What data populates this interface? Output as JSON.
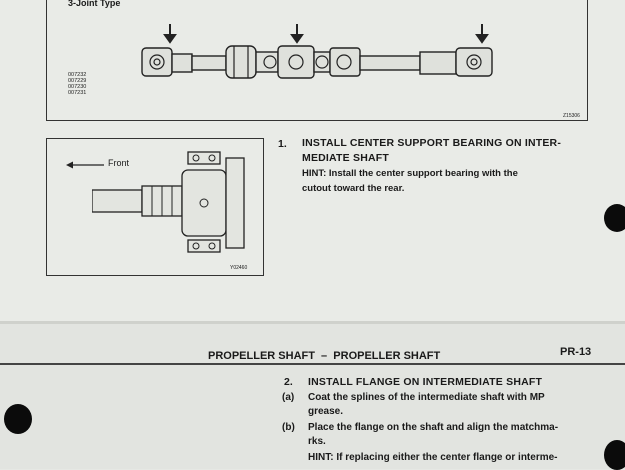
{
  "upper_figure": {
    "caption": "3-Joint Type",
    "part_codes": [
      "007232",
      "007229",
      "007230",
      "007231"
    ],
    "figure_id": "Z15306"
  },
  "lower_figure": {
    "front_label": "Front",
    "figure_id": "Y02460"
  },
  "step1": {
    "number": "1.",
    "title_line1": "INSTALL CENTER SUPPORT BEARING ON INTER-",
    "title_line2": "MEDIATE SHAFT",
    "hint_line1": "HINT: Install the center support bearing with the",
    "hint_line2": "cutout toward the rear."
  },
  "page_header": {
    "title": "PROPELLER SHAFT  –  PROPELLER SHAFT",
    "page_no": "PR-13"
  },
  "step2": {
    "number": "2.",
    "title": "INSTALL FLANGE ON INTERMEDIATE SHAFT",
    "items": [
      {
        "label": "(a)",
        "line1": "Coat the splines of the intermediate shaft with MP",
        "line2": "grease."
      },
      {
        "label": "(b)",
        "line1": "Place the flange on the shaft and align the matchma-",
        "line2": "rks."
      }
    ],
    "hint": "HINT: If replacing either the center flange or interme-"
  }
}
